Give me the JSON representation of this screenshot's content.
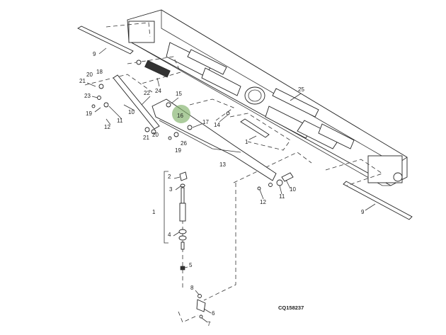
{
  "diagram": {
    "figure_code": "CQ158237",
    "callouts": [
      "9",
      "20",
      "18",
      "21",
      "23",
      "19",
      "12",
      "11",
      "10",
      "22",
      "24",
      "15",
      "16",
      "17",
      "14",
      "21",
      "20",
      "26",
      "19",
      "25",
      "1",
      "13",
      "2",
      "3",
      "1",
      "4",
      "5",
      "8",
      "6",
      "7",
      "10",
      "11",
      "12",
      "9"
    ],
    "highlight_color": "#7fb069"
  }
}
